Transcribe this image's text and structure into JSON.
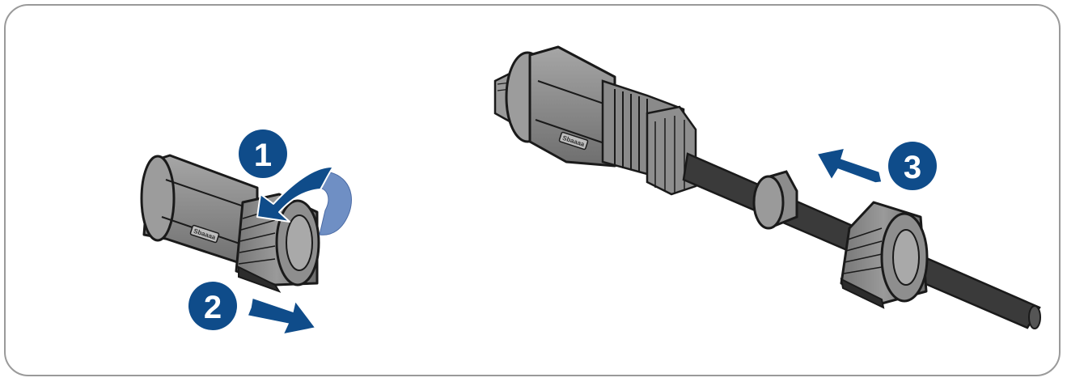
{
  "colors": {
    "accent": "#0f4c8a",
    "accent_light": "#6f8fc4",
    "part_body": "#8c8c8c",
    "part_dark": "#3a3a3a",
    "outline": "#1a1a1a",
    "frame": "#9a9a9a"
  },
  "steps": [
    {
      "number": "1",
      "action": "rotate"
    },
    {
      "number": "2",
      "action": "pull"
    },
    {
      "number": "3",
      "action": "push"
    }
  ],
  "labels": {
    "brand_mark_left": "Sbaaaa",
    "brand_mark_right": "Sbaaaa"
  }
}
